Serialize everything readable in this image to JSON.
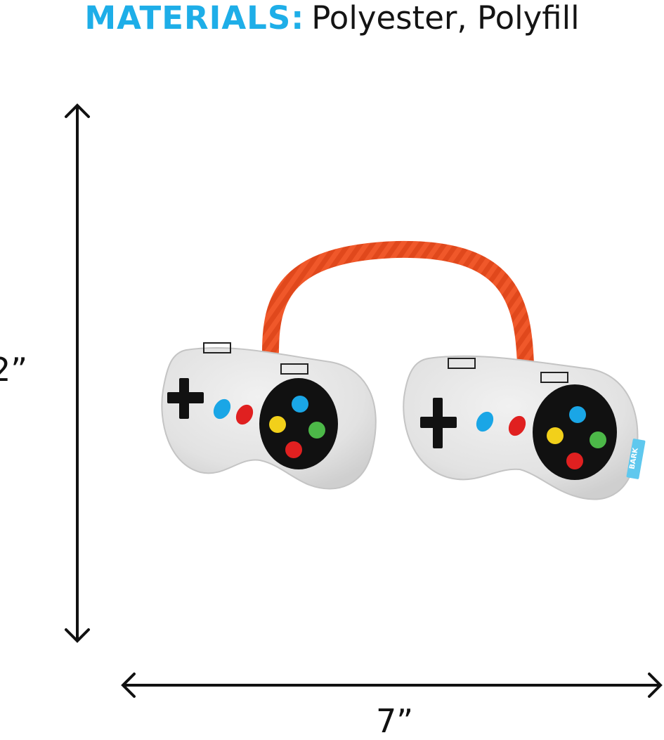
{
  "header": {
    "materials_label": "MATERIALS:",
    "materials_value": "Polyester, Polyfill"
  },
  "dimensions": {
    "height": "2”",
    "width": "7”"
  },
  "product": {
    "tag_text": "BARK",
    "rope_color": "#f0582a",
    "body_color": "#e6e6e6",
    "button_colors": [
      "#1aa6e6",
      "#4cb848",
      "#e02020",
      "#f2d01a"
    ]
  },
  "colors": {
    "accent": "#1eaee8",
    "text": "#141414"
  }
}
